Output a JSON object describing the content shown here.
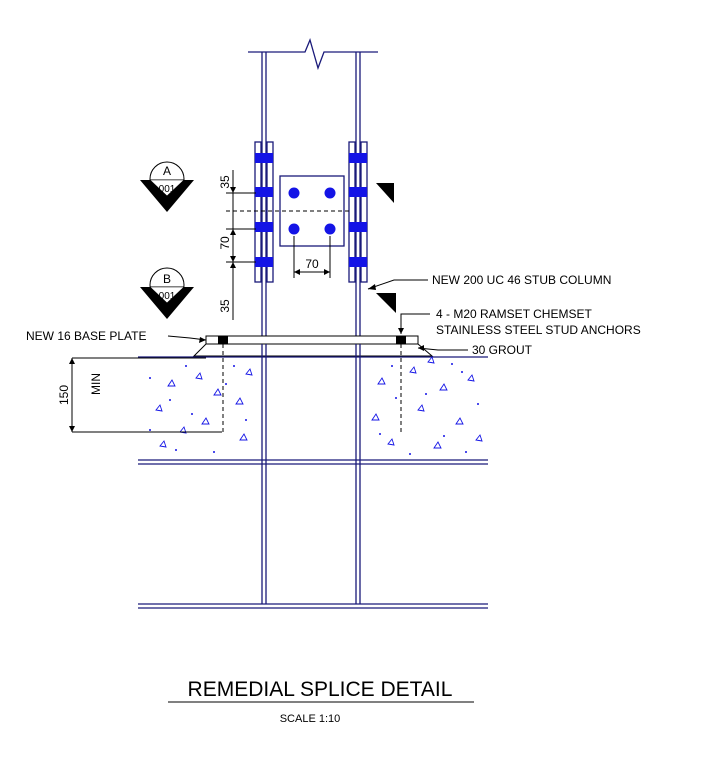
{
  "colors": {
    "steel": "#1414e6",
    "lines": "#1a1a7a",
    "text": "#000000"
  },
  "title": "REMEDIAL SPLICE DETAIL",
  "scale": "SCALE 1:10",
  "sections": [
    {
      "letter": "A",
      "number": "001"
    },
    {
      "letter": "B",
      "number": "001"
    }
  ],
  "dimensions": {
    "top_edge": "35",
    "bolt_pitch_v": "70",
    "bottom_edge": "35",
    "bolt_pitch_h": "70",
    "grout_depth": "150",
    "min_note": "MIN"
  },
  "callouts": {
    "stub_column": "NEW 200 UC 46 STUB COLUMN",
    "anchors_line1": "4 - M20 RAMSET CHEMSET",
    "anchors_line2": "STAINLESS STEEL STUD ANCHORS",
    "grout": "30 GROUT",
    "base_plate": "NEW 16 BASE PLATE"
  }
}
